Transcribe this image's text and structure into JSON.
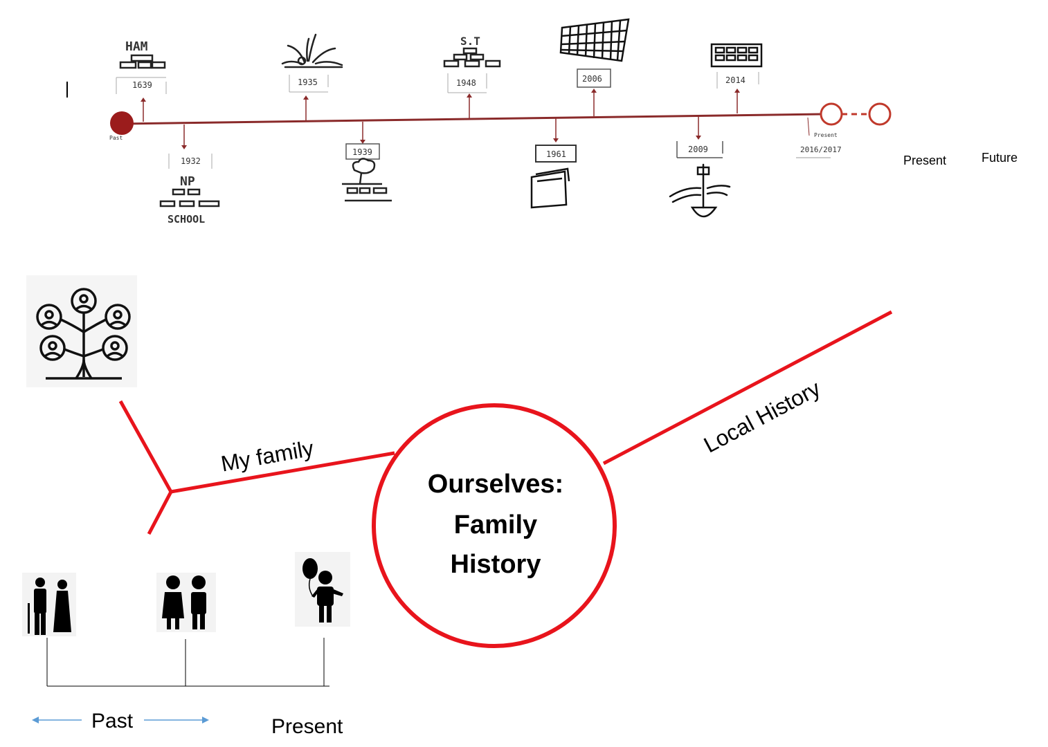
{
  "timeline": {
    "events_above": [
      {
        "year": "1639",
        "caption": "HAM",
        "icon": "building-icon"
      },
      {
        "year": "1935",
        "caption": "",
        "icon": "fireworks-icon"
      },
      {
        "year": "1948",
        "caption": "S.T",
        "icon": "building-icon"
      },
      {
        "year": "2006",
        "caption": "",
        "icon": "solar-panel-icon"
      },
      {
        "year": "2014",
        "caption": "",
        "icon": "school-building-icon"
      }
    ],
    "events_below": [
      {
        "year": "1932",
        "caption_top": "NP",
        "caption_bottom": "SCHOOL",
        "icon": "building-icon"
      },
      {
        "year": "1939",
        "caption_top": "",
        "caption_bottom": "",
        "icon": "tree-building-icon"
      },
      {
        "year": "1961",
        "caption_top": "",
        "caption_bottom": "",
        "icon": "book-icon"
      },
      {
        "year": "2009",
        "caption_top": "",
        "caption_bottom": "",
        "icon": "ship-icon"
      }
    ],
    "start_label": "Past",
    "present_small_label": "Present",
    "present_small_year": "2016/2017",
    "present_label": "Present",
    "future_label": "Future"
  },
  "mindmap": {
    "center_line1": "Ourselves:",
    "center_line2": "Family",
    "center_line3": "History",
    "branch_left": "My family",
    "branch_right": "Local History",
    "accent_color": "#e8141c"
  },
  "generations": {
    "icons": [
      "grandparents-icon",
      "parents-icon",
      "child-with-balloon-icon"
    ],
    "past_label": "Past",
    "present_label": "Present",
    "arrow_color": "#5b9bd5"
  },
  "family_tree_icon": "family-tree-icon"
}
